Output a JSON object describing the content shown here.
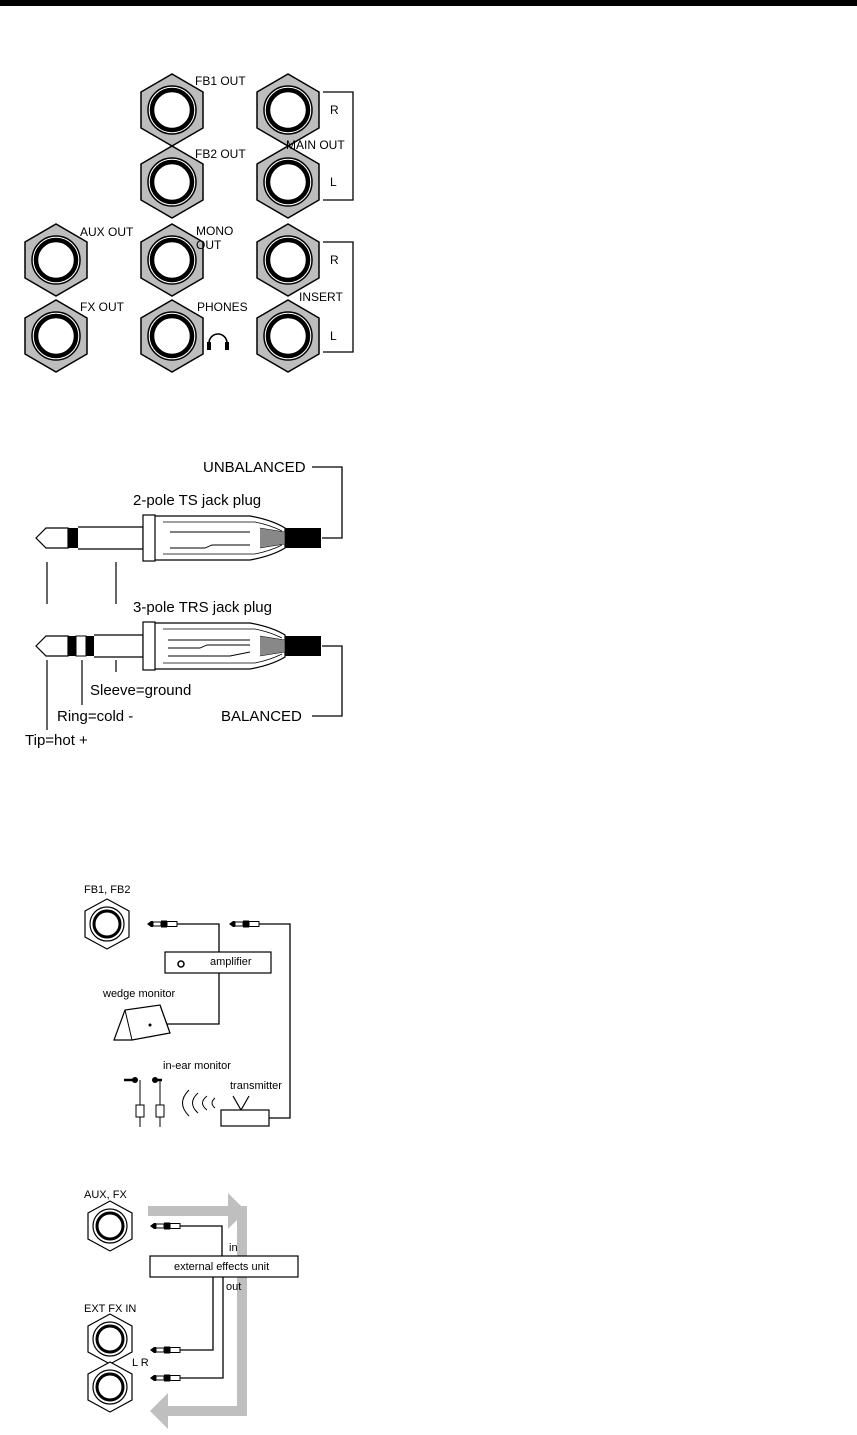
{
  "jack_panel": {
    "labels": {
      "fb1_out": "FB1 OUT",
      "fb2_out": "FB2 OUT",
      "main_out": "MAIN OUT",
      "main_r": "R",
      "main_l": "L",
      "aux_out": "AUX OUT",
      "mono_out_1": "MONO",
      "mono_out_2": "OUT",
      "insert": "INSERT",
      "insert_r": "R",
      "insert_l": "L",
      "fx_out": "FX OUT",
      "phones": "PHONES"
    }
  },
  "jack_plugs": {
    "unbalanced": "UNBALANCED",
    "ts_plug": "2-pole TS jack plug",
    "trs_plug": "3-pole TRS jack plug",
    "sleeve": "Sleeve=ground",
    "ring": "Ring=cold -",
    "tip": "Tip=hot +",
    "balanced": "BALANCED"
  },
  "monitor_diagram": {
    "fb_label": "FB1, FB2",
    "amplifier": "amplifier",
    "wedge_monitor": "wedge monitor",
    "in_ear_monitor": "in-ear monitor",
    "transmitter": "transmitter"
  },
  "effects_diagram": {
    "aux_fx": "AUX, FX",
    "in": "in",
    "effects_unit": "external effects unit",
    "out": "out",
    "ext_fx_in": "EXT FX IN",
    "lr": "L R"
  }
}
